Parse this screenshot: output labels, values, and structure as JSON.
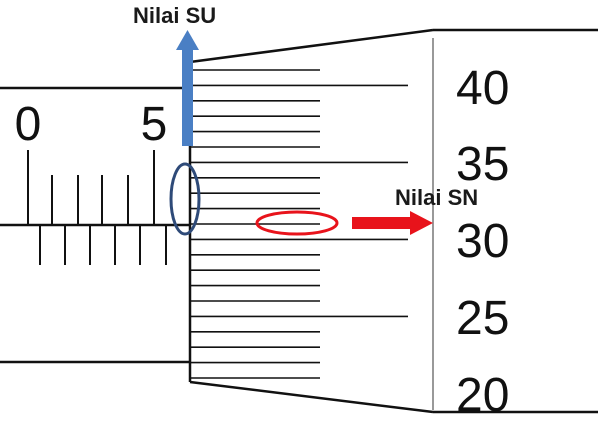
{
  "callouts": {
    "su_label": "Nilai SU",
    "sn_label": "Nilai SN"
  },
  "sleeve_scale": {
    "labels": [
      "0",
      "5"
    ]
  },
  "thimble_scale": {
    "labels": [
      "40",
      "35",
      "30",
      "25",
      "20"
    ]
  },
  "colors": {
    "su_arrow": "#4a7fc4",
    "sn_arrow": "#e8131b",
    "su_ellipse": "#2e4a78",
    "sn_ellipse": "#e8131b",
    "line": "#111111"
  }
}
